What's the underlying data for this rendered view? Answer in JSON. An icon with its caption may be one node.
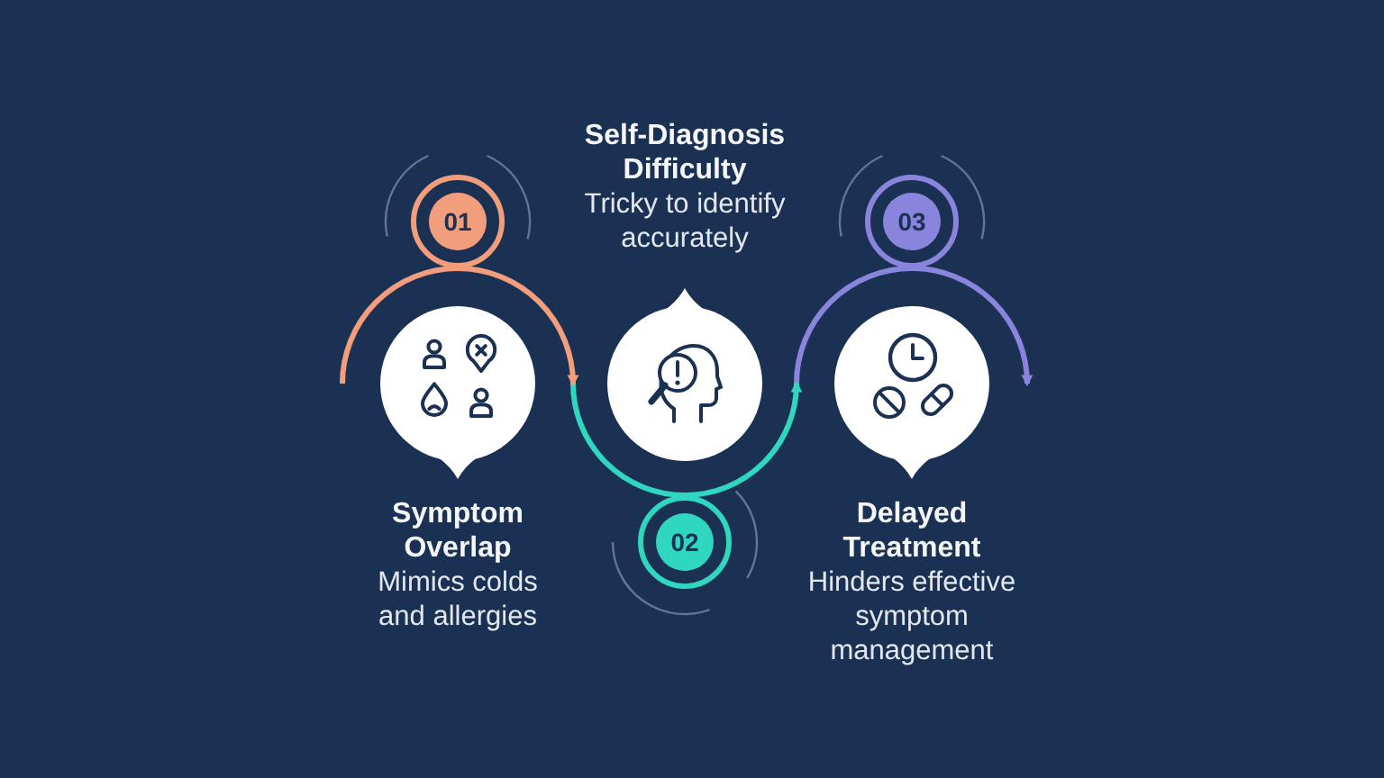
{
  "diagram": {
    "nodes": [
      {
        "text": [
          "01"
        ]
      },
      {
        "text": [
          "Symptom Overlap",
          "Mimics colds and allergies"
        ]
      },
      {
        "text": [
          "02"
        ]
      },
      {
        "text": [
          "Self-Diagnosis Difficulty",
          "Tricky to identify accurately"
        ]
      },
      {
        "text": [
          "03"
        ]
      },
      {
        "text": [
          "Delayed Treatment",
          "Hinders effective symptom management"
        ]
      }
    ],
    "edges": [
      {
        "from": null,
        "to": 0,
        "arrow": "none",
        "color": "#f29e7c"
      },
      {
        "from": 0,
        "to": 1,
        "arrow": "to",
        "color": "#f29e7c"
      },
      {
        "from": null,
        "to": 2,
        "arrow": "none",
        "color": "#30d7c0"
      },
      {
        "from": 2,
        "to": 3,
        "arrow": "to",
        "color": "#30d7c0"
      },
      {
        "from": null,
        "to": 4,
        "arrow": "none",
        "color": "#8a85dc"
      },
      {
        "from": 4,
        "to": 5,
        "arrow": "to",
        "color": "#8a85dc"
      }
    ]
  }
}
